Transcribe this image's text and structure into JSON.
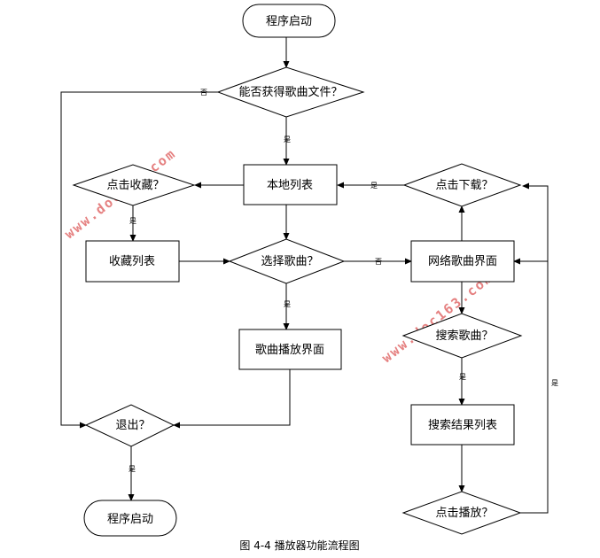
{
  "nodes": {
    "start": "程序启动",
    "can_get_files": "能否获得歌曲文件？",
    "local_list": "本地列表",
    "click_favorite": "点击收藏？",
    "favorite_list": "收藏列表",
    "select_song": "选择歌曲？",
    "song_play": "歌曲播放界面",
    "exit": "退出？",
    "end": "程序启动",
    "click_download": "点击下载？",
    "network_songs": "网络歌曲界面",
    "search_song": "搜索歌曲？",
    "search_results": "搜索结果列表",
    "click_play": "点击播放？"
  },
  "labels": {
    "yes": "是",
    "no": "否"
  },
  "caption": "图 4-4 播放器功能流程图",
  "watermark": "www.doc163.com"
}
